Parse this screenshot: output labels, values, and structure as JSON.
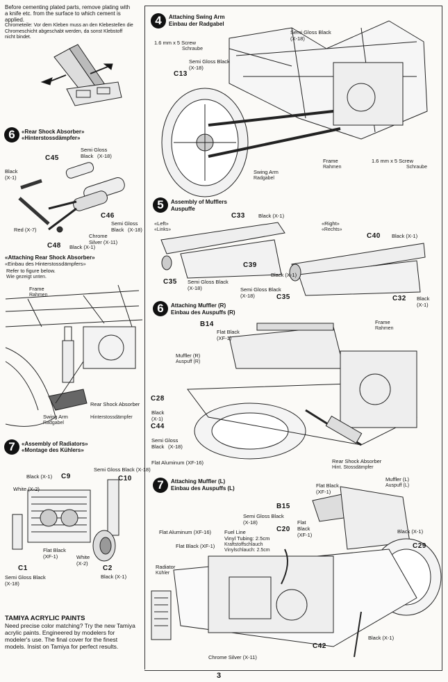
{
  "intro": {
    "en": "Before cementing plated parts, remove plating with a knife etc. from the surface to which cement is applied.",
    "de": "Chrometeile: Vor dem Kleben muss an den Klebestellen die Chromeschicht abgeschabt werden, da sonst Klebstoff nicht bindet."
  },
  "page_number": "3",
  "ad": {
    "title": "TAMIYA ACRYLIC PAINTS",
    "body": "Need precise color matching? Try the new Tamiya acrylic paints. Engineered by modelers for modeler's use. The final cover for the finest models. Insist on Tamiya for perfect results."
  },
  "steps": {
    "s6a": {
      "num": "6",
      "title_en": "«Rear Shock Absorber»",
      "title_de": "«Hinterstossdämpfer»"
    },
    "attach_shock": {
      "title_en": "«Attaching Rear Shock Absorber»",
      "title_de": "«Einbau des Hinterstossdämpfers»",
      "note_en": "Refer to figure below.",
      "note_de": "Wie gezeigt unten."
    },
    "s7a": {
      "num": "7",
      "title_en": "«Assembly of Radiators»",
      "title_de": "«Montage des Kühlers»"
    },
    "s4": {
      "num": "4",
      "title_en": "Attaching Swing Arm",
      "title_de": "Einbau der Radgabel"
    },
    "s5": {
      "num": "5",
      "title_en": "Assembly of Mufflers",
      "title_de": "Auspuffe"
    },
    "s6b": {
      "num": "6",
      "title_en": "Attaching Muffler (R)",
      "title_de": "Einbau des Auspuffs (R)"
    },
    "s7b": {
      "num": "7",
      "title_en": "Attaching Muffler (L)",
      "title_de": "Einbau des Auspuffs (L)"
    }
  },
  "labels": {
    "c45": "C45",
    "semi_gloss_black_x18": "Semi Gloss Black (X-18)",
    "black_x1": "Black (X-1)",
    "c46": "C46",
    "red_x7": "Red (X-7)",
    "chrome_silver_x11": "Chrome Silver (X-11)",
    "c48": "C48",
    "frame": "Frame",
    "rahmen": "Rahmen",
    "rear_shock": "Rear Shock Absorber",
    "hinterstoss": "Hinterstossdämpfer",
    "swing_arm": "Swing Arm",
    "radgabel": "Radgabel",
    "c9": "C9",
    "c10": "C10",
    "white_x2": "White (X-2)",
    "c1": "C1",
    "c2": "C2",
    "flat_black_xf1": "Flat Black (XF-1)",
    "white": "White",
    "x2": "(X-2)",
    "screw_1_6": "1.6 mm x 5 Screw",
    "schraube": "Schraube",
    "c13": "C13",
    "left": "«Left»",
    "links": "«Links»",
    "right": "«Right»",
    "rechts": "«Rechts»",
    "c33": "C33",
    "c39": "C39",
    "c40": "C40",
    "c35": "C35",
    "c32": "C32",
    "b14": "B14",
    "muffler_r": "Muffler (R)",
    "auspuff_r": "Auspuff (R)",
    "c28": "C28",
    "c44": "C44",
    "flat_aluminum_xf16": "Flat Aluminum (XF-16)",
    "hint_stoss": "Hint. Stossdämpfer",
    "b15": "B15",
    "muffler_l": "Muffler (L)",
    "auspuff_l": "Auspuff (L)",
    "c20": "C20",
    "c29": "C29",
    "fuel_line": "Fuel Line",
    "vinyl_tubing": "Vinyl Tubing: 2.5cm",
    "kraftstoff": "Kraftstoffschlauch",
    "vinylschlauch": "Vinylschlauch: 2.5cm",
    "radiator": "Radiator",
    "kuhler": "Kühler",
    "c42": "C42",
    "flat_black": "Flat Black",
    "flat": "Flat",
    "black": "Black",
    "xf1": "(XF-1)",
    "x1": "(X-1)",
    "x18": "(X-18)",
    "semi_gloss": "Semi Gloss",
    "semi_gloss_black": "Semi Gloss Black",
    "chrome": "Chrome",
    "silver_x11": "Silver (X-11)"
  }
}
